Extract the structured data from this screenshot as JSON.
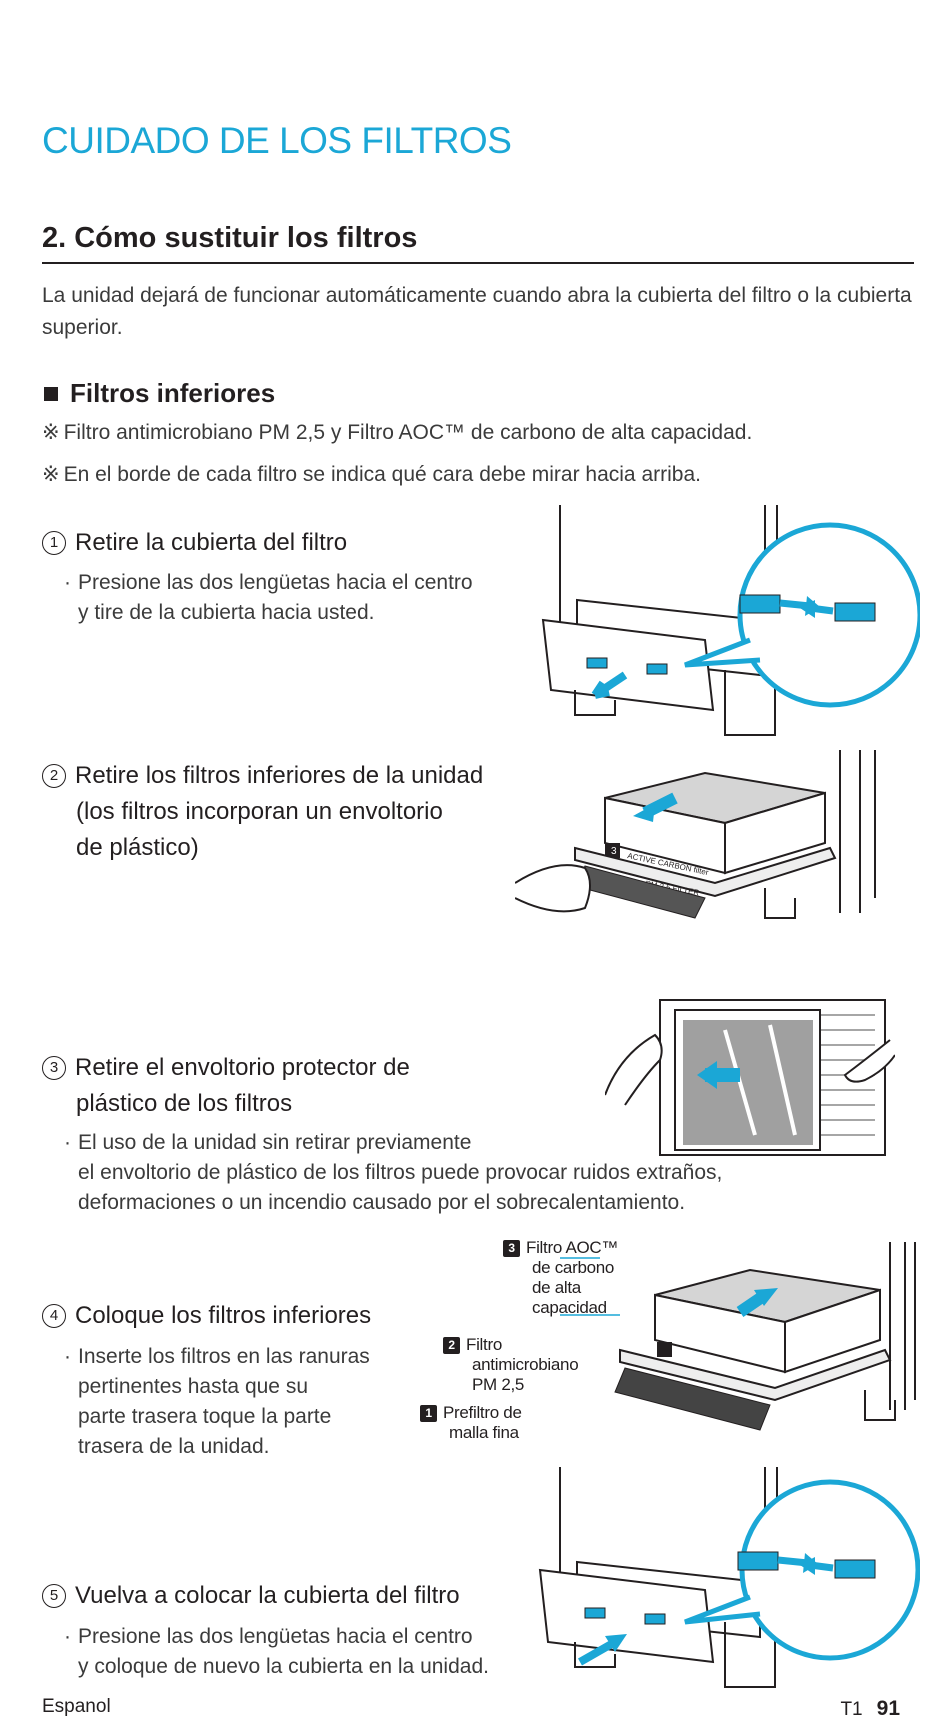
{
  "page": {
    "title": "CUIDADO DE LOS FILTROS",
    "section": "2.  Cómo sustituir los filtros",
    "intro": "La unidad dejará de funcionar automáticamente cuando abra la cubierta del filtro o la cubierta superior.",
    "subsection": "Filtros inferiores",
    "notes": [
      "Filtro antimicrobiano PM 2,5 y Filtro AOC™ de carbono de alta capacidad.",
      "En el borde de cada filtro se indica qué cara debe mirar hacia arriba."
    ],
    "note_mark": "※"
  },
  "steps": [
    {
      "num": "1",
      "title": "Retire la cubierta del filtro",
      "bullet": [
        "Presione las dos lengüetas hacia el centro",
        "y tire de la cubierta hacia usted."
      ]
    },
    {
      "num": "2",
      "title_lines": [
        "Retire los filtros inferiores de la unidad",
        "(los filtros incorporan un envoltorio",
        "de plástico)"
      ]
    },
    {
      "num": "3",
      "title_lines": [
        "Retire el envoltorio protector de",
        "plástico de los filtros"
      ],
      "bullet": [
        "El uso de la unidad sin retirar previamente",
        "el envoltorio de plástico de los filtros puede provocar ruidos extraños,",
        "deformaciones o un incendio causado por el sobrecalentamiento."
      ]
    },
    {
      "num": "4",
      "title": "Coloque los filtros inferiores",
      "bullet": [
        "Inserte los filtros en las ranuras",
        "pertinentes hasta que su",
        "parte trasera toque la parte",
        "trasera de la unidad."
      ]
    },
    {
      "num": "5",
      "title": "Vuelva a colocar la cubierta del filtro",
      "bullet": [
        "Presione las dos lengüetas hacia el centro",
        "y coloque de nuevo la cubierta en la unidad."
      ]
    }
  ],
  "callouts": [
    {
      "badge": "3",
      "lines": [
        "Filtro AOC™",
        "de carbono",
        "de alta",
        "capacidad"
      ]
    },
    {
      "badge": "2",
      "lines": [
        "Filtro",
        "antimicrobiano",
        "PM 2,5"
      ]
    },
    {
      "badge": "1",
      "lines": [
        "Prefiltro de",
        "malla fina"
      ]
    }
  ],
  "figure_text": {
    "filter_3_label": "3",
    "carbon_filter": "ACTIVE CARBON filter",
    "pm_filter": "PM 2.5 FILTER"
  },
  "colors": {
    "accent": "#1ba7d6",
    "text": "#231f20"
  },
  "footer": {
    "language": "Espanol",
    "code": "T1",
    "page": "91"
  }
}
